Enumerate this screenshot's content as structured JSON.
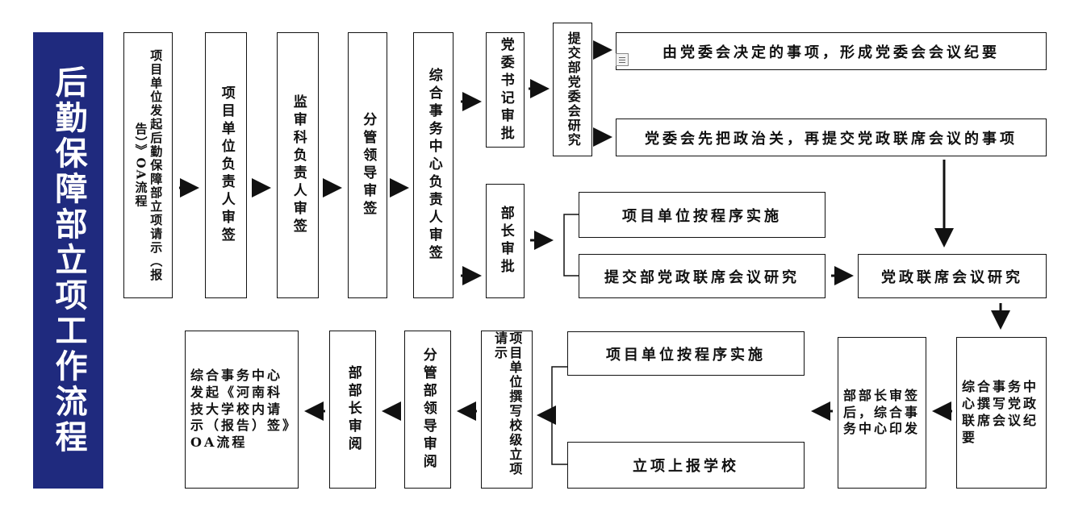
{
  "title": "后勤保障部立项工作流程",
  "top_row": {
    "box1": "项目单位发起后勤保障部立项请示（报告）》OA流程",
    "box1_cols": [
      "项目",
      "单位",
      "发起",
      "《后",
      "勤保",
      "障部",
      "立项",
      "请示",
      "（报",
      "告）",
      "》OA",
      "流程"
    ],
    "box2": "项目单位负责人审签",
    "box3": "监审科负责人审签",
    "box4": "分管领导审签",
    "box5": "综合事务中心负责人审签"
  },
  "party_branch": {
    "secretary": "党委书记审批",
    "submit": "提交部党委会研究",
    "outcome1": "由党委会决定的事项，形成党委会会议纪要",
    "outcome2": "党委会先把政治关，再提交党政联席会议的事项"
  },
  "minister_branch": {
    "minister": "部长审批",
    "option1": "项目单位按程序实施",
    "option2": "提交部党政联席会议研究",
    "joint_meeting": "党政联席会议研究"
  },
  "bottom_row": {
    "minutes": "综合事务中心撰写党政联席会议纪要",
    "issue": "部部长审签后，综合事务中心印发",
    "impl": "项目单位按程序实施",
    "report": "立项上报学校",
    "request": "项目单位撰写校级立项请示",
    "leader": "分管部领导审阅",
    "minister": "部部长审阅",
    "final": "综合事务中心发起《河南科技大学校内请示（报告）签》OA流程"
  },
  "colors": {
    "title_bg": "#1f2a7e",
    "title_fg": "#ffffff",
    "line": "#111111"
  }
}
